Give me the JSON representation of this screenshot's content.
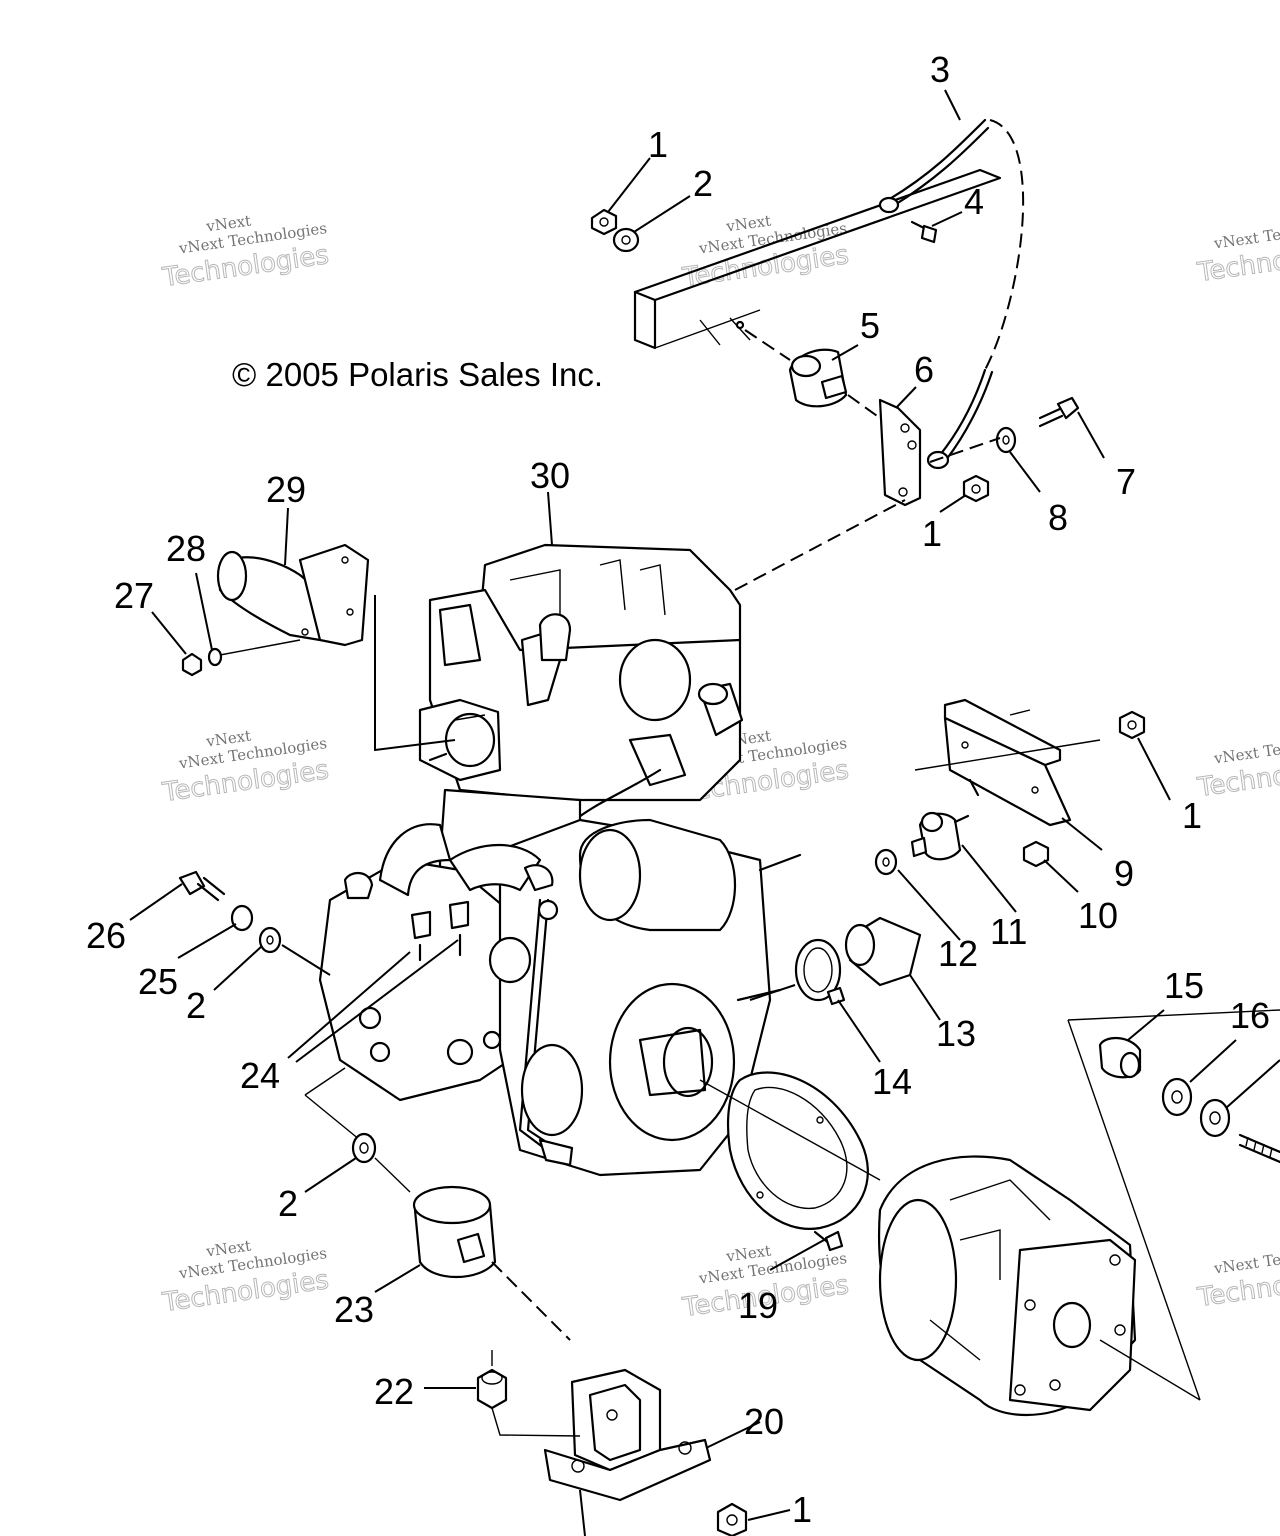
{
  "copyright": "© 2005 Polaris Sales Inc.",
  "watermark": {
    "line_top": "vNext",
    "line_small": "vNext Technologies",
    "line_large": "Technologies"
  },
  "callouts": {
    "c1_top": "1",
    "c2_top": "2",
    "c3": "3",
    "c4": "4",
    "c5": "5",
    "c6": "6",
    "c7": "7",
    "c8": "8",
    "c1_mid": "1",
    "c1_right": "1",
    "c9": "9",
    "c10": "10",
    "c11": "11",
    "c12": "12",
    "c13": "13",
    "c14": "14",
    "c15": "15",
    "c16": "16",
    "c19": "19",
    "c20": "20",
    "c22": "22",
    "c23": "23",
    "c24": "24",
    "c25": "25",
    "c26": "26",
    "c27": "27",
    "c28": "28",
    "c29": "29",
    "c30": "30",
    "c2_left": "2",
    "c2_low": "2",
    "c1_bottom": "1"
  }
}
